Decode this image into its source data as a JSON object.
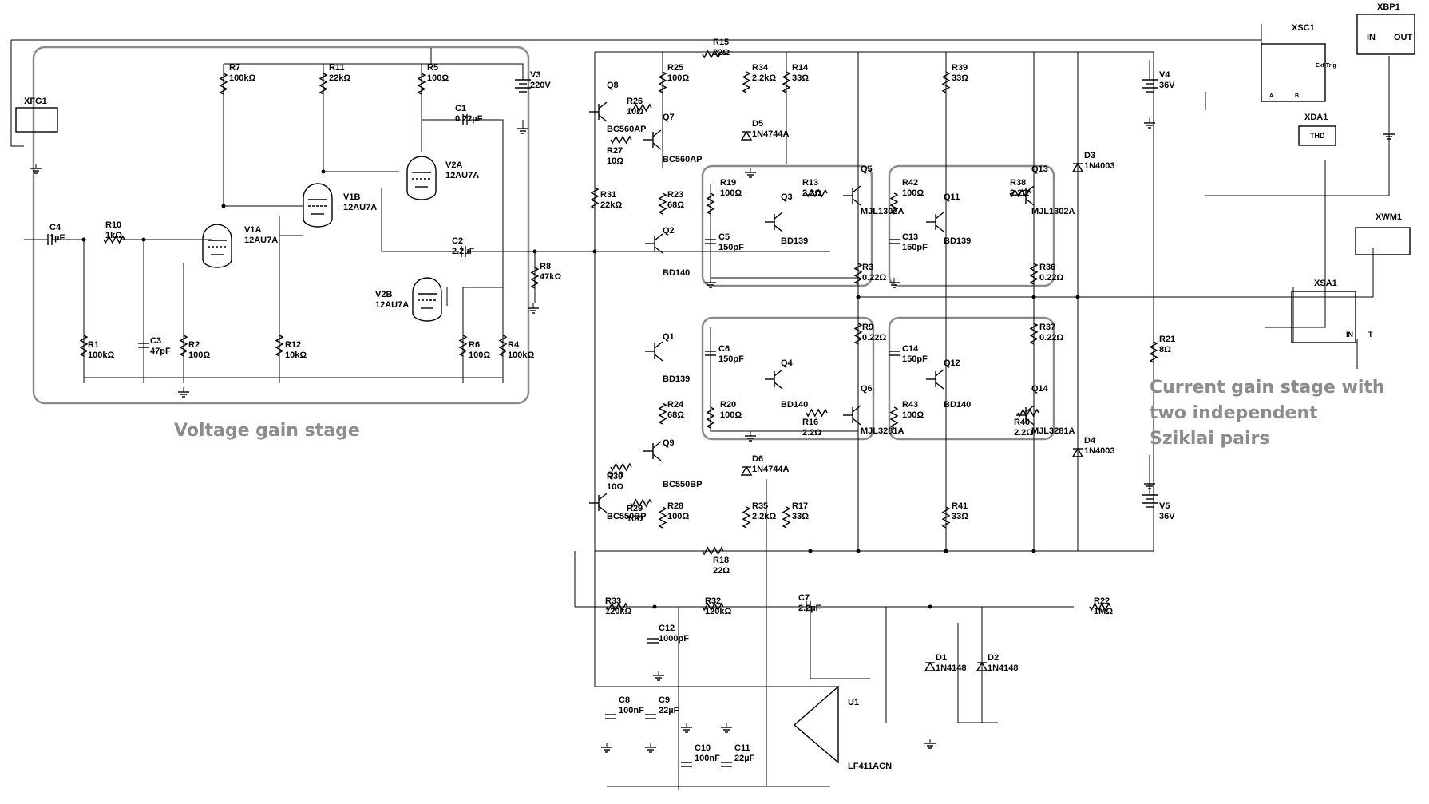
{
  "captions": {
    "voltage": "Voltage gain stage",
    "current": [
      "Current gain stage with",
      "two independent",
      "Sziklai pairs"
    ]
  },
  "instruments": [
    {
      "ref": "XFG1"
    },
    {
      "ref": "XSC1",
      "trig": "Ext Trig",
      "a": "A",
      "b": "B"
    },
    {
      "ref": "XBP1",
      "in": "IN",
      "out": "OUT"
    },
    {
      "ref": "XDA1",
      "face": "THD"
    },
    {
      "ref": "XWM1"
    },
    {
      "ref": "XSA1",
      "in": "IN",
      "t": "T"
    }
  ],
  "resistors": [
    {
      "ref": "R1",
      "val": "100kΩ"
    },
    {
      "ref": "R2",
      "val": "100Ω"
    },
    {
      "ref": "R4",
      "val": "100kΩ"
    },
    {
      "ref": "R5",
      "val": "100Ω"
    },
    {
      "ref": "R6",
      "val": "100Ω"
    },
    {
      "ref": "R7",
      "val": "100kΩ"
    },
    {
      "ref": "R8",
      "val": "47kΩ"
    },
    {
      "ref": "R10",
      "val": "1kΩ"
    },
    {
      "ref": "R11",
      "val": "22kΩ"
    },
    {
      "ref": "R12",
      "val": "10kΩ"
    },
    {
      "ref": "R13",
      "val": "2.2Ω"
    },
    {
      "ref": "R14",
      "val": "33Ω"
    },
    {
      "ref": "R15",
      "val": "22Ω"
    },
    {
      "ref": "R16",
      "val": "2.2Ω"
    },
    {
      "ref": "R17",
      "val": "33Ω"
    },
    {
      "ref": "R18",
      "val": "22Ω"
    },
    {
      "ref": "R19",
      "val": "100Ω"
    },
    {
      "ref": "R20",
      "val": "100Ω"
    },
    {
      "ref": "R21",
      "val": "8Ω"
    },
    {
      "ref": "R22",
      "val": "1MΩ"
    },
    {
      "ref": "R23",
      "val": "68Ω"
    },
    {
      "ref": "R24",
      "val": "68Ω"
    },
    {
      "ref": "R25",
      "val": "100Ω"
    },
    {
      "ref": "R26",
      "val": "10Ω"
    },
    {
      "ref": "R27",
      "val": "10Ω"
    },
    {
      "ref": "R28",
      "val": "100Ω"
    },
    {
      "ref": "R29",
      "val": "10Ω"
    },
    {
      "ref": "R30",
      "val": "10Ω"
    },
    {
      "ref": "R31",
      "val": "22kΩ"
    },
    {
      "ref": "R32",
      "val": "120kΩ"
    },
    {
      "ref": "R33",
      "val": "120kΩ"
    },
    {
      "ref": "R34",
      "val": "2.2kΩ"
    },
    {
      "ref": "R35",
      "val": "2.2kΩ"
    },
    {
      "ref": "R36",
      "val": "0.22Ω"
    },
    {
      "ref": "R37",
      "val": "0.22Ω"
    },
    {
      "ref": "R39",
      "val": "33Ω"
    },
    {
      "ref": "R40",
      "val": "2.2Ω"
    },
    {
      "ref": "R41",
      "val": "33Ω"
    },
    {
      "ref": "R42",
      "val": "100Ω"
    },
    {
      "ref": "R43",
      "val": "100Ω"
    },
    {
      "ref": "R3",
      "val": "0.22Ω"
    },
    {
      "ref": "R9",
      "val": "0.22Ω"
    },
    {
      "ref": "R38",
      "val": "2.2Ω"
    }
  ],
  "capacitors": [
    {
      "ref": "C1",
      "val": "0.22µF"
    },
    {
      "ref": "C2",
      "val": "2.2µF"
    },
    {
      "ref": "C3",
      "val": "47pF"
    },
    {
      "ref": "C4",
      "val": "1µF"
    },
    {
      "ref": "C5",
      "val": "150pF"
    },
    {
      "ref": "C6",
      "val": "150pF"
    },
    {
      "ref": "C7",
      "val": "2.2µF"
    },
    {
      "ref": "C8",
      "val": "100nF"
    },
    {
      "ref": "C9",
      "val": "22µF"
    },
    {
      "ref": "C10",
      "val": "100nF"
    },
    {
      "ref": "C11",
      "val": "22µF"
    },
    {
      "ref": "C12",
      "val": "1000pF"
    },
    {
      "ref": "C13",
      "val": "150pF"
    },
    {
      "ref": "C14",
      "val": "150pF"
    }
  ],
  "tubes": [
    {
      "ref": "V1A",
      "val": "12AU7A"
    },
    {
      "ref": "V1B",
      "val": "12AU7A"
    },
    {
      "ref": "V2A",
      "val": "12AU7A"
    },
    {
      "ref": "V2B",
      "val": "12AU7A"
    }
  ],
  "transistors": [
    {
      "ref": "Q1",
      "val": "BD139"
    },
    {
      "ref": "Q2",
      "val": "BD140"
    },
    {
      "ref": "Q3",
      "val": "BD139"
    },
    {
      "ref": "Q4",
      "val": "BD140"
    },
    {
      "ref": "Q5",
      "val": "MJL1302A"
    },
    {
      "ref": "Q6",
      "val": "MJL3281A"
    },
    {
      "ref": "Q7",
      "val": "BC560AP"
    },
    {
      "ref": "Q8",
      "val": "BC560AP"
    },
    {
      "ref": "Q9",
      "val": "BC550BP"
    },
    {
      "ref": "Q10",
      "val": "BC550BP"
    },
    {
      "ref": "Q11",
      "val": "BD139"
    },
    {
      "ref": "Q12",
      "val": "BD140"
    },
    {
      "ref": "Q13",
      "val": "MJL1302A"
    },
    {
      "ref": "Q14",
      "val": "MJL3281A"
    }
  ],
  "diodes": [
    {
      "ref": "D1",
      "val": "1N4148"
    },
    {
      "ref": "D2",
      "val": "1N4148"
    },
    {
      "ref": "D3",
      "val": "1N4003"
    },
    {
      "ref": "D4",
      "val": "1N4003"
    },
    {
      "ref": "D5",
      "val": "1N4744A"
    },
    {
      "ref": "D6",
      "val": "1N4744A"
    }
  ],
  "sources": [
    {
      "ref": "V3",
      "val": "220V"
    },
    {
      "ref": "V4",
      "val": "36V"
    },
    {
      "ref": "V5",
      "val": "36V"
    }
  ],
  "opamp": {
    "ref": "U1",
    "val": "LF411ACN"
  }
}
